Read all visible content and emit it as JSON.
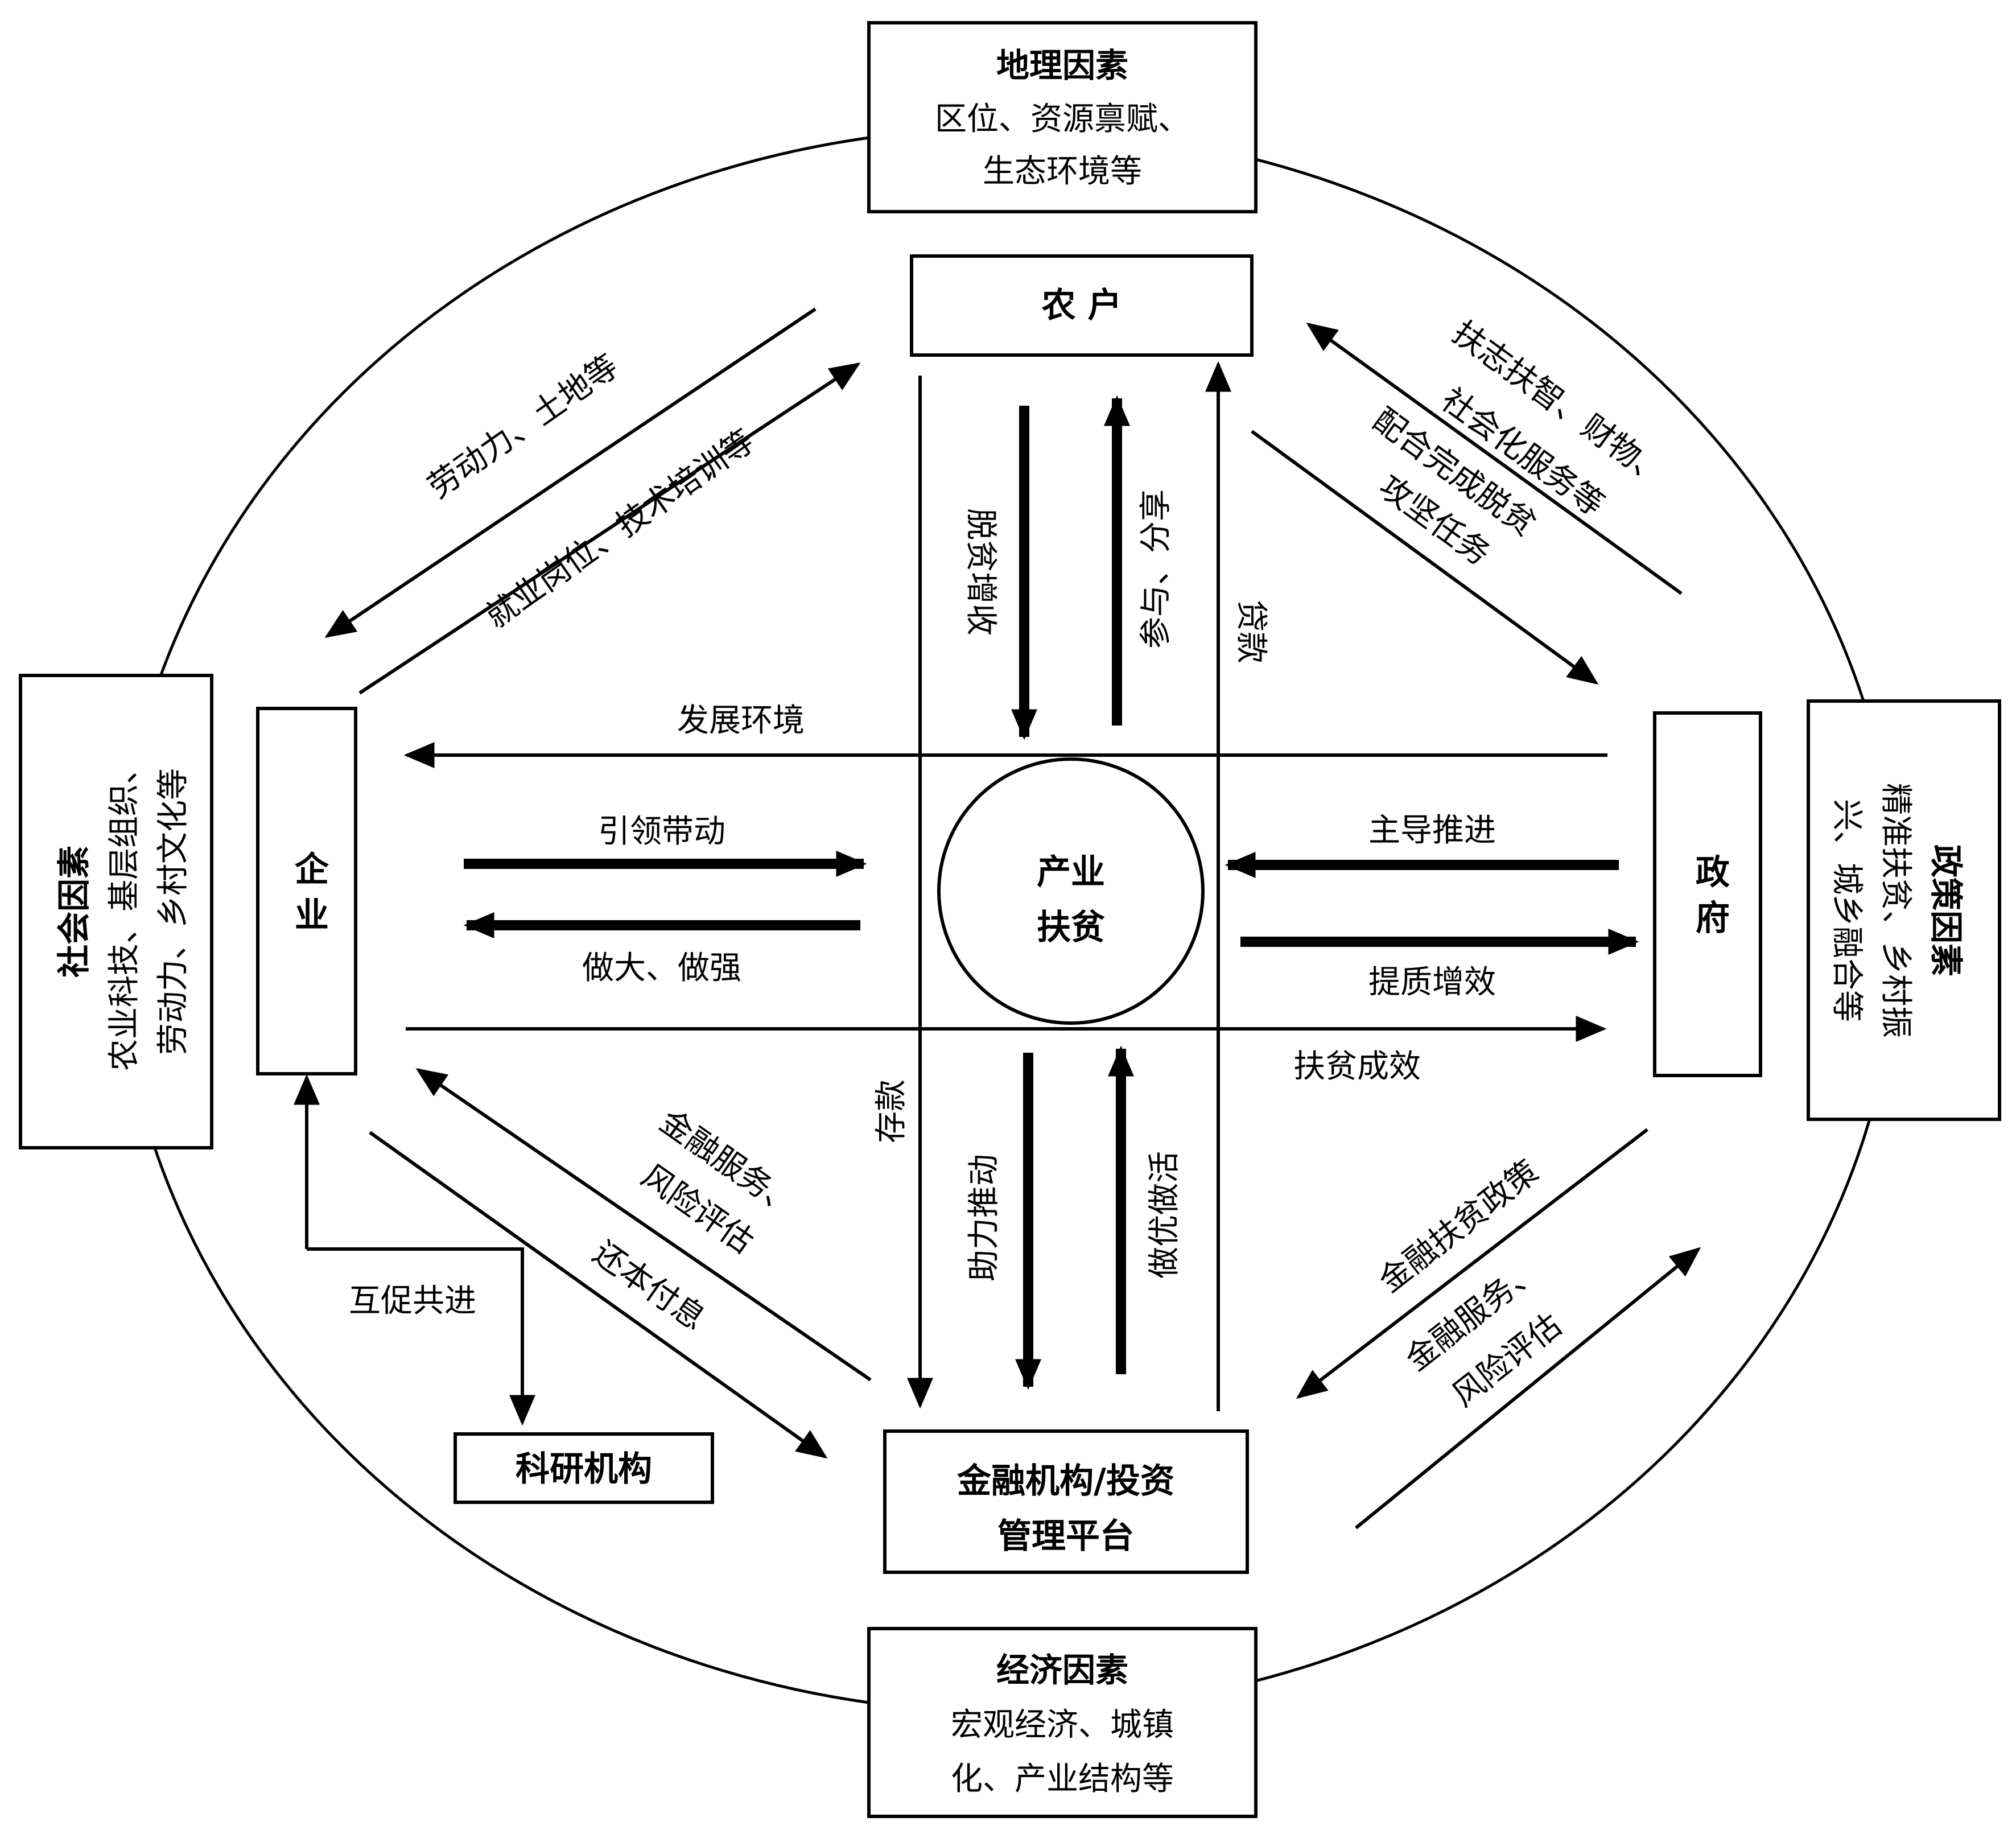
{
  "factors": {
    "geographic": {
      "title": "地理因素",
      "line1": "区位、资源禀赋、",
      "line2": "生态环境等"
    },
    "social": {
      "title": "社会因素",
      "line1": "农业科技、基层组织、",
      "line2": "劳动力、乡村文化等"
    },
    "policy": {
      "title": "政策因素",
      "line1": "精准扶贫、乡村振",
      "line2": "兴、城乡融合等"
    },
    "economic": {
      "title": "经济因素",
      "line1": "宏观经济、城镇",
      "line2": "化、产业结构等"
    }
  },
  "actors": {
    "farmers": "农 户",
    "enterprise": "企 业",
    "government": "政 府",
    "finance_line1": "金融机构/投资",
    "finance_line2": "管理平台",
    "research": "科研机构"
  },
  "center": {
    "line1": "产业",
    "line2": "扶贫"
  },
  "flows": {
    "labor_land": "劳动力、土地等",
    "jobs_training": "就业岗位、技术培训等",
    "aid_line1": "扶志扶智、财物、",
    "aid_line2": "社会化服务等",
    "coop_line1": "配合完成脱贫",
    "coop_line2": "攻坚任务",
    "income": "脱贫增收",
    "participate": "参与、分享",
    "loan": "贷款",
    "deposit": "存款",
    "environment": "发展环境",
    "lead": "引领带动",
    "grow": "做大、做强",
    "dominate": "主导推进",
    "quality": "提质增效",
    "results": "扶贫成效",
    "fin_service_line1": "金融服务、",
    "fin_service_line2": "风险评估",
    "repay": "还本付息",
    "mutual": "互促共进",
    "boost": "助力推动",
    "optimize": "做优做活",
    "fin_policy": "金融扶贫政策",
    "gov_fin_line1": "金融服务、",
    "gov_fin_line2": "风险评估"
  }
}
